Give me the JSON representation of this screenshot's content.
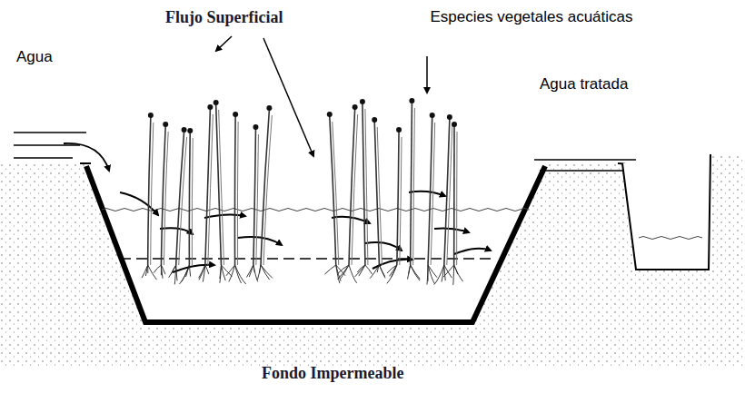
{
  "diagram": {
    "labels": [
      "Especies vegetales acuáticas",
      "Flujo Superficial",
      "Agua",
      "Agua tratada",
      "Fondo Impermeable"
    ]
  }
}
